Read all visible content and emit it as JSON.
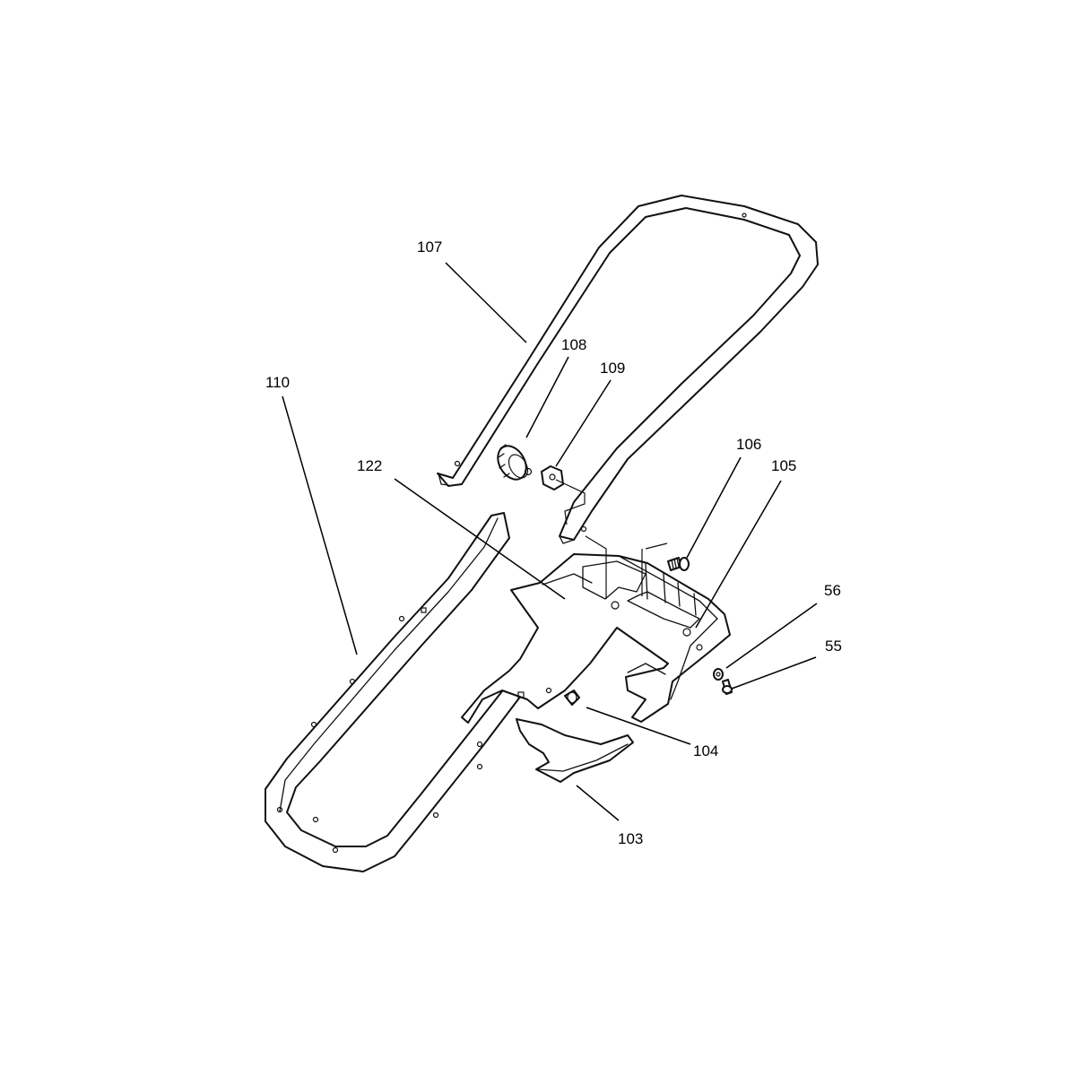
{
  "diagram": {
    "callouts": [
      {
        "id": "107",
        "label": "107"
      },
      {
        "id": "108",
        "label": "108"
      },
      {
        "id": "109",
        "label": "109"
      },
      {
        "id": "110",
        "label": "110"
      },
      {
        "id": "122",
        "label": "122"
      },
      {
        "id": "106",
        "label": "106"
      },
      {
        "id": "105",
        "label": "105"
      },
      {
        "id": "56",
        "label": "56"
      },
      {
        "id": "55",
        "label": "55"
      },
      {
        "id": "104",
        "label": "104"
      },
      {
        "id": "103",
        "label": "103"
      }
    ]
  }
}
